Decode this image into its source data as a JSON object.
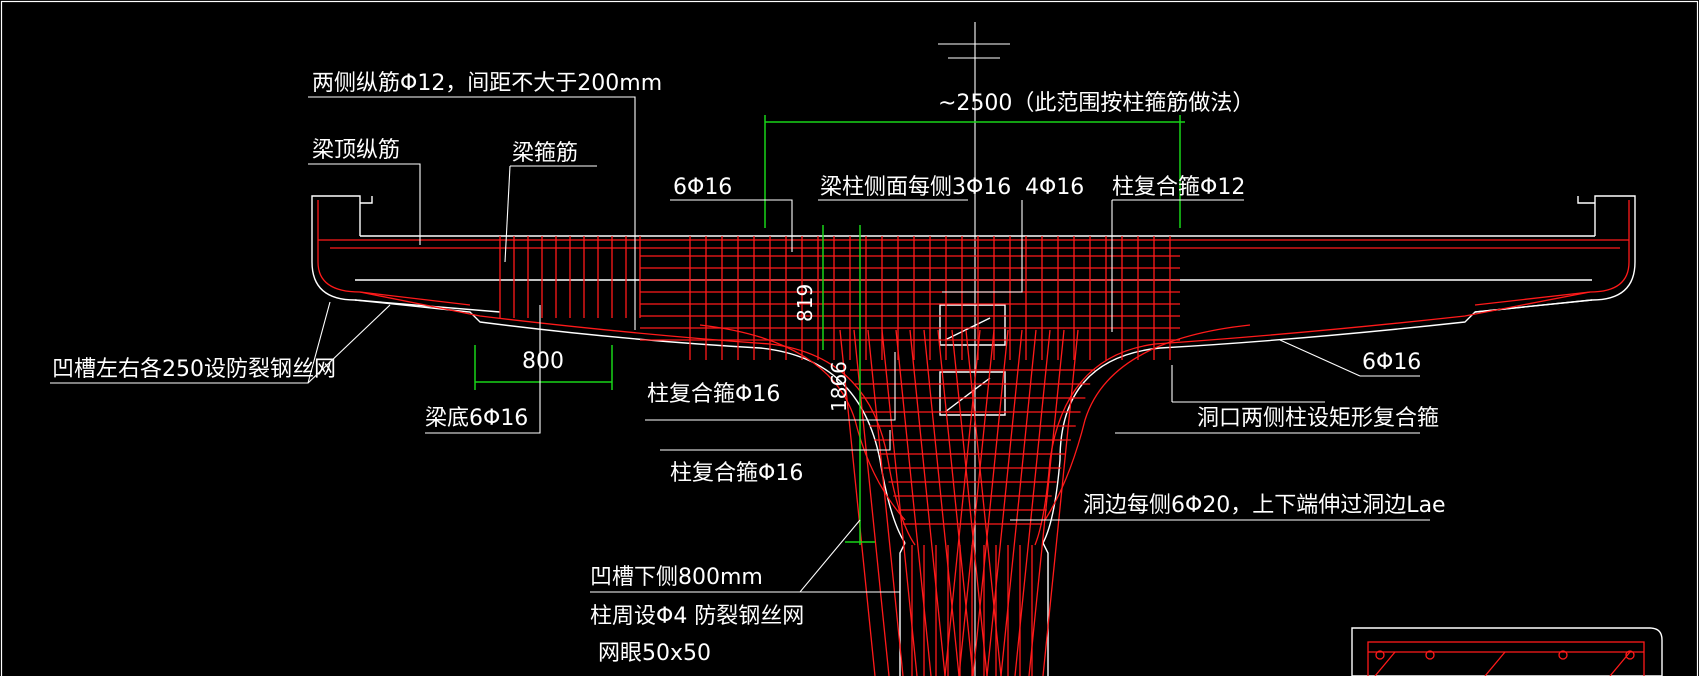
{
  "labels": {
    "side_long_bars": "两侧纵筋Φ12，间距不大于200mm",
    "beam_top_bars": "梁顶纵筋",
    "beam_stirrups": "梁箍筋",
    "span_range": "~2500（此范围按柱箍筋做法）",
    "bars_6phi16_top": "6Φ16",
    "beam_col_side": "梁柱侧面每侧3Φ16",
    "bars_4phi16": "4Φ16",
    "col_hoop_phi12": "柱复合箍Φ12",
    "groove_mesh": "凹槽左右各250设防裂钢丝网",
    "dim_800": "800",
    "dim_819": "819",
    "dim_1866": "1866",
    "col_hoop_phi16_a": "柱复合箍Φ16",
    "beam_bottom": "梁底6Φ16",
    "col_hoop_phi16_b": "柱复合箍Φ16",
    "bars_6phi16_right": "6Φ16",
    "hole_sides": "洞口两侧柱设矩形复合箍",
    "hole_edge": "洞边每侧6Φ20，上下端伸过洞边Lae",
    "groove_below": "凹槽下侧800mm",
    "col_mesh": "柱周设Φ4 防裂钢丝网",
    "mesh_size": "网眼50x50"
  },
  "colors": {
    "background": "#000000",
    "outline": "#ffffff",
    "rebar": "#ff1a1a",
    "dimension": "#19d419"
  }
}
